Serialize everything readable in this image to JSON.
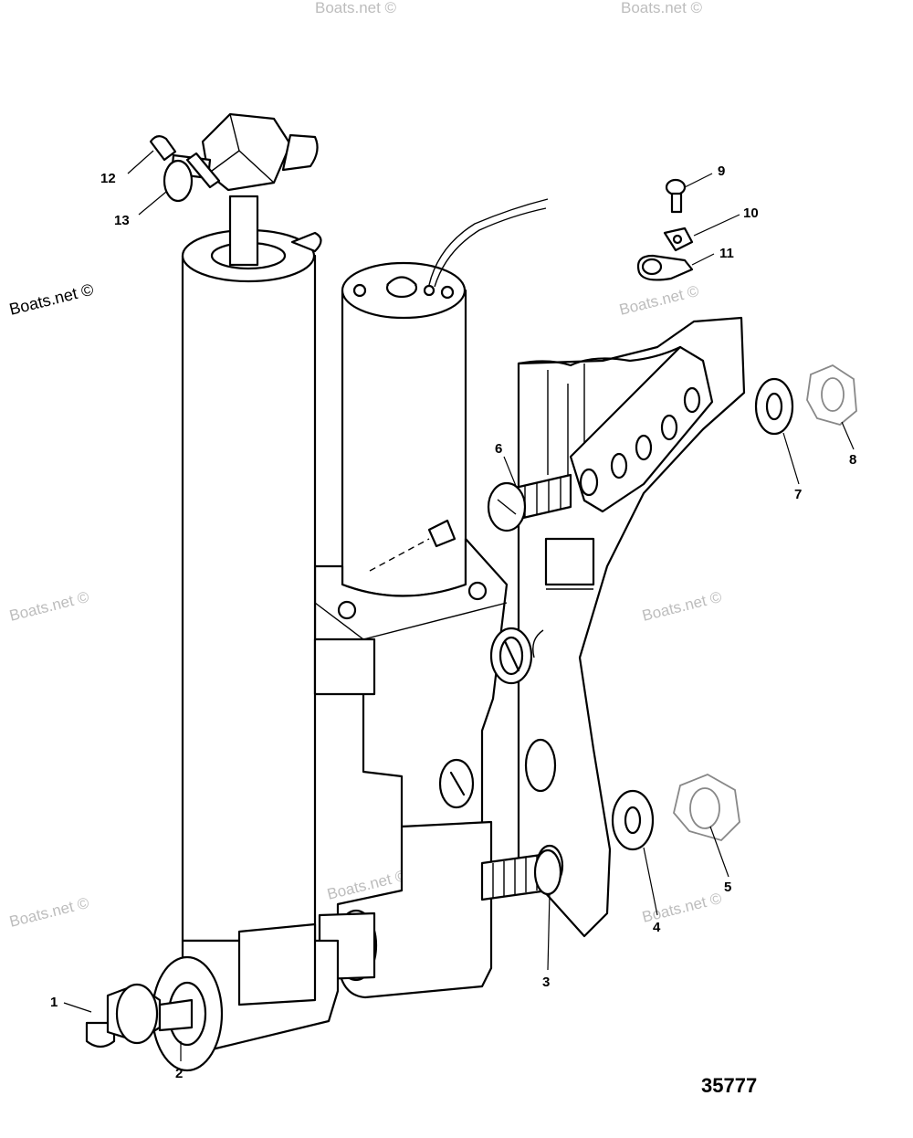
{
  "watermark": {
    "text": "Boats.net ©",
    "color": "#bdbdbd"
  },
  "figure_number": "35777",
  "callouts": [
    "1",
    "2",
    "3",
    "4",
    "5",
    "6",
    "7",
    "8",
    "9",
    "10",
    "11",
    "12",
    "13"
  ]
}
